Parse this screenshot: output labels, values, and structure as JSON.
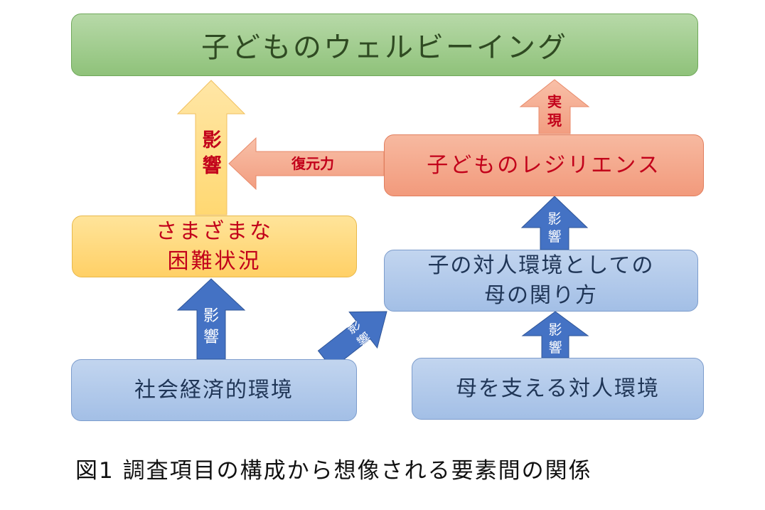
{
  "boxes": {
    "wellbeing": "子どものウェルビーイング",
    "resilience": "子どものレジリエンス",
    "difficulties": [
      "さまざまな",
      "困難状況"
    ],
    "mother_relation": [
      "子の対人環境としての",
      "母の関り方"
    ],
    "socioeconomic": "社会経済的環境",
    "mother_support": "母を支える対人環境"
  },
  "arrows": {
    "difficulties_to_wellbeing": [
      "影",
      "響"
    ],
    "resilience_to_wellbeing": [
      "実",
      "現"
    ],
    "resilience_to_difficulties": "復元力",
    "mother_relation_to_resilience": [
      "影",
      "響"
    ],
    "socioeconomic_to_difficulties": [
      "影",
      "響"
    ],
    "socioeconomic_to_mother_relation": [
      "影",
      "響"
    ],
    "mother_support_to_mother_relation": [
      "影",
      "響"
    ]
  },
  "caption": "図1  調査項目の構成から想像される要素間の関係",
  "colors": {
    "green_box": "#a6cf92",
    "yellow_box": "#ffdd80",
    "salmon_box": "#f4a98c",
    "blue_box": "#b3cbea",
    "blue_arrow": "#4472c4",
    "yellow_arrow": "#ffdd80",
    "salmon_arrow": "#f4a98c",
    "red_text": "#c2001a",
    "navy_text": "#1f3556"
  }
}
